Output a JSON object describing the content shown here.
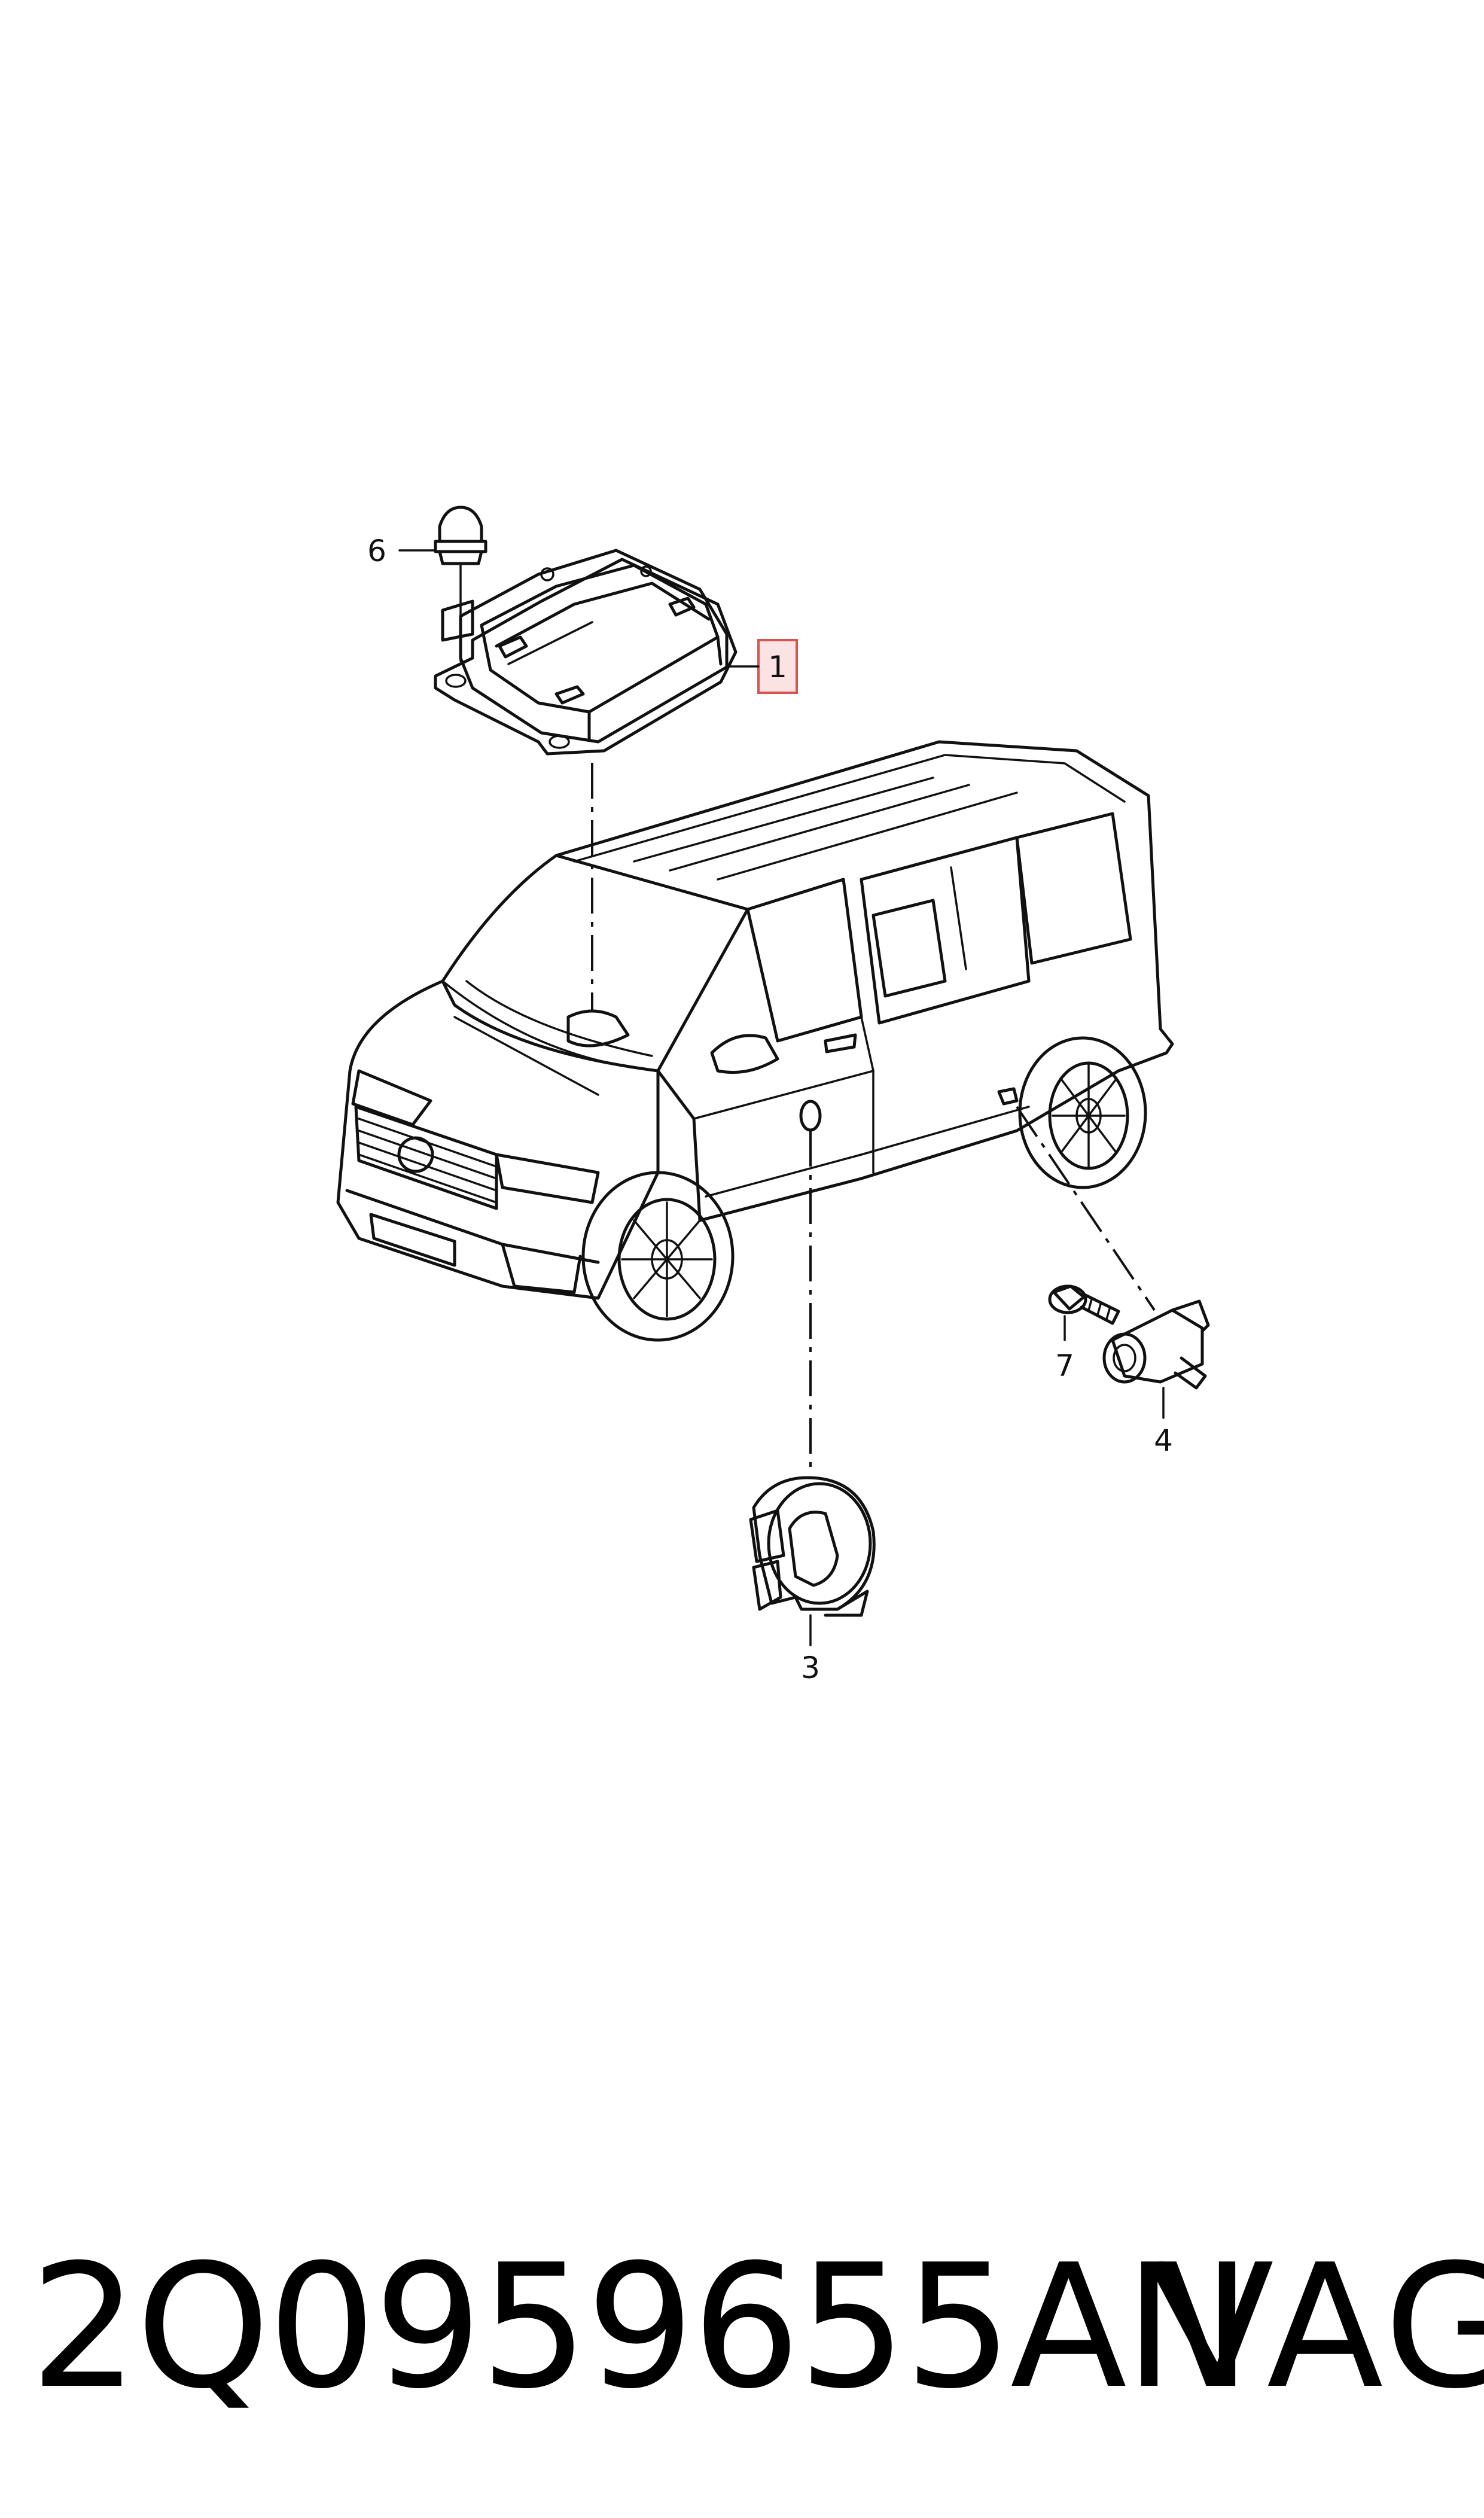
{
  "diagram": {
    "callouts": [
      {
        "id": "1",
        "label": "1",
        "highlighted": true
      },
      {
        "id": "3",
        "label": "3"
      },
      {
        "id": "4",
        "label": "4"
      },
      {
        "id": "6",
        "label": "6"
      },
      {
        "id": "7",
        "label": "7"
      }
    ],
    "highlight_color": "#d9534f",
    "highlight_fill": "#fbe3e4"
  },
  "footer": {
    "part_number": "2Q0959655AN",
    "brand": "VAG"
  }
}
